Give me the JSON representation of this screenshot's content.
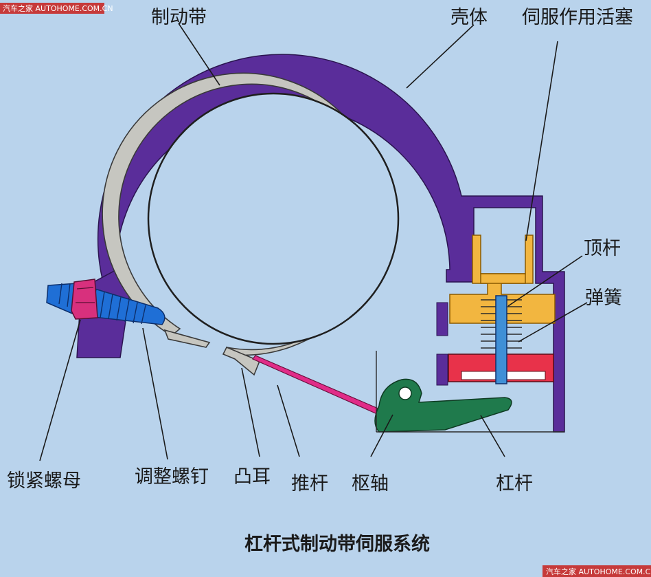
{
  "watermark": {
    "top_left": "汽车之家 AUTOHOME.COM.CN",
    "bottom_right": "汽车之家 AUTOHOME.COM.CN"
  },
  "labels": {
    "brake_band": "制动带",
    "housing": "壳体",
    "servo_piston": "伺服作用活塞",
    "push_rod_top": "顶杆",
    "spring": "弹簧",
    "lock_nut": "锁紧螺母",
    "adjust_screw": "调整螺钉",
    "lug": "凸耳",
    "push_rod": "推杆",
    "pivot": "枢轴",
    "lever": "杠杆"
  },
  "title": "杠杆式制动带伺服系统",
  "colors": {
    "background": "#b9d3ec",
    "housing": "#5a2d9a",
    "band": "#c6c6c0",
    "drum": "#b9d3ec",
    "screw": "#1f6fd6",
    "lock_nut": "#d8307d",
    "piston": "#f2b640",
    "piston_rod": "#3f8fd6",
    "piston_lower": "#e8324a",
    "push_rod": "#e02c88",
    "lever": "#1f7a4c"
  }
}
